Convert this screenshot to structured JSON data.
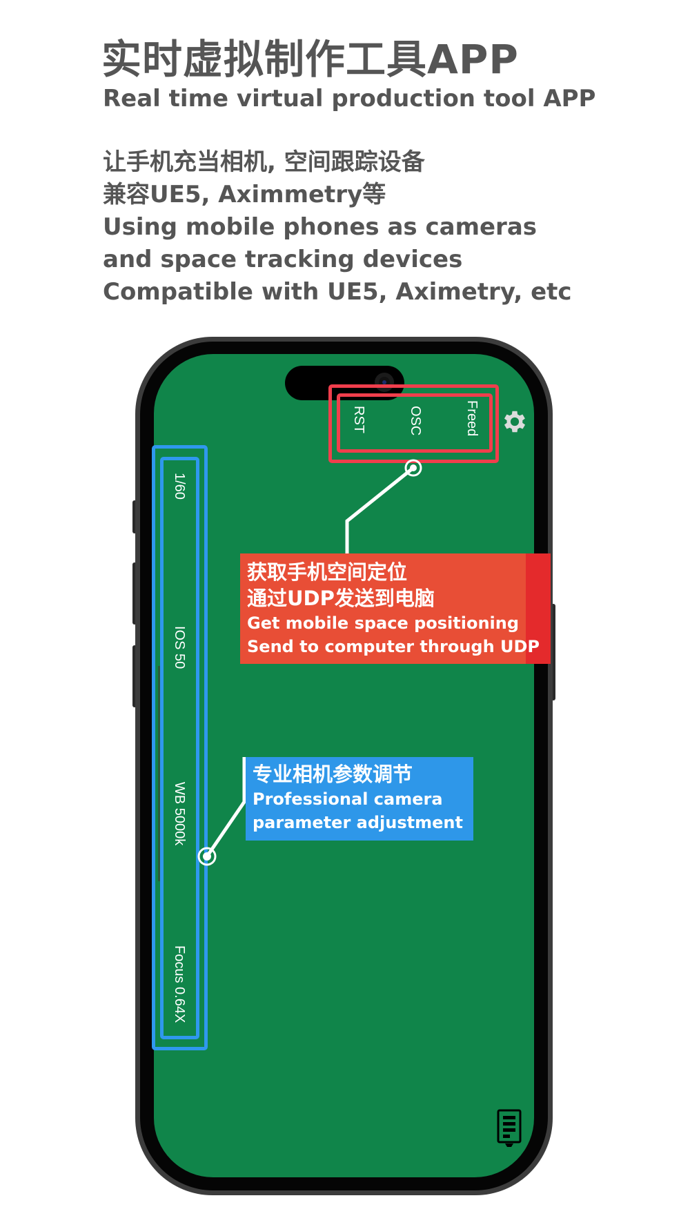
{
  "header": {
    "title": "实时虚拟制作工具APP",
    "subtitle": "Real time virtual production tool APP",
    "description_lines": [
      "让手机充当相机, 空间跟踪设备",
      "兼容UE5, Aximmetry等",
      "Using mobile phones as cameras",
      "and space tracking devices",
      "Compatible with UE5, Aximetry, etc"
    ]
  },
  "app": {
    "top_buttons": [
      "RST",
      "OSC",
      "Freed"
    ],
    "camera_params": [
      "1/60",
      "IOS 50",
      "WB 5000k",
      "Focus 0.64X"
    ],
    "settings_icon": "gear-icon",
    "bottom_icon": "device-list-icon"
  },
  "annotations": {
    "tracking": {
      "lines_cn": [
        "获取手机空间定位",
        "通过UDP发送到电脑"
      ],
      "lines_en": [
        "Get mobile space positioning",
        "Send to computer through UDP"
      ]
    },
    "camera": {
      "line_cn": "专业相机参数调节",
      "lines_en": [
        "Professional camera",
        "parameter adjustment"
      ]
    }
  },
  "colors": {
    "screen": "#10854a",
    "red_frame": "#f03e4c",
    "red_annotation": "#e84e36",
    "blue": "#2e97e9",
    "text": "#555555"
  }
}
